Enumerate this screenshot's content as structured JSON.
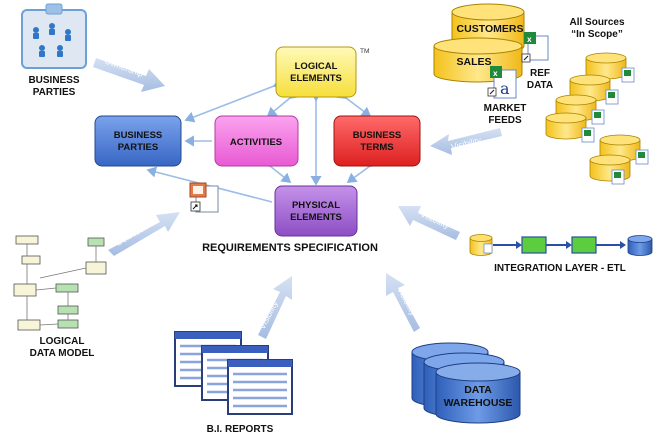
{
  "center": {
    "title": "REQUIREMENTS SPECIFICATION",
    "tm": "TM",
    "boxes": {
      "logical_elements": [
        "LOGICAL",
        "ELEMENTS"
      ],
      "business_parties": [
        "BUSINESS",
        "PARTIES"
      ],
      "activities": [
        "ACTIVITIES"
      ],
      "business_terms": [
        "BUSINESS",
        "TERMS"
      ],
      "physical_elements": [
        "PHYSICAL",
        "ELEMENTS"
      ]
    }
  },
  "sources": {
    "business_parties": [
      "BUSINESS",
      "PARTIES"
    ],
    "logical_data_model": [
      "LOGICAL",
      "DATA MODEL"
    ],
    "bi_reports": "B.I. REPORTS",
    "data_warehouse": [
      "DATA",
      "WAREHOUSE"
    ],
    "integration_layer": "INTEGRATION LAYER - ETL",
    "customers": "CUSTOMERS",
    "sales": "SALES",
    "ref_data": [
      "REF",
      "DATA"
    ],
    "market_feeds": [
      "MARKET",
      "FEEDS"
    ],
    "all_sources": [
      "All Sources",
      "“In Scope”"
    ]
  },
  "arrows": {
    "ownership": "Ownership",
    "definition": "Definition",
    "visibility": "Visibility"
  },
  "colors": {
    "logical": "#fef07a",
    "parties": "#4f81d9",
    "activities": "#f27ae0",
    "terms": "#f03c3c",
    "physical": "#a765d6",
    "cylinder": "#fbd85a",
    "warehouse": "#4f7fd8",
    "etl_box": "#5ccd3e",
    "fat_arrow": "#b9cbe8"
  }
}
